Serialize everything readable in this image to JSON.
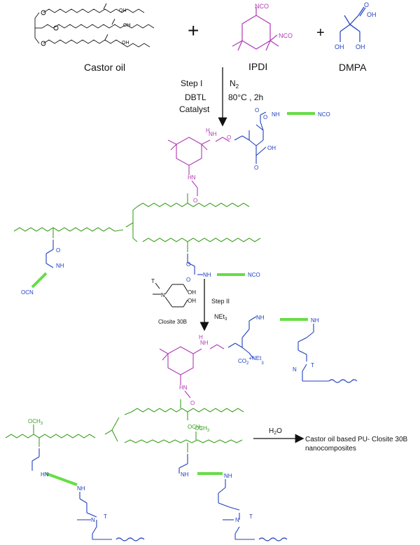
{
  "reactants": {
    "castor_oil": {
      "name": "Castor oil",
      "oh": "OH",
      "o": "O"
    },
    "ipdi": {
      "name": "IPDI",
      "nco": "NCO"
    },
    "dmpa": {
      "name": "DMPA",
      "oh": "OH",
      "o": "O"
    },
    "plus": "+"
  },
  "step1": {
    "label": "Step I",
    "catalyst_line1": "DBTL",
    "catalyst_line2": "Catalyst",
    "atmosphere": "N",
    "atmosphere_sub": "2",
    "conditions": "80°C , 2h"
  },
  "intermediate": {
    "nh": "NH",
    "hn": "HN",
    "h": "H",
    "o": "O",
    "oh": "OH",
    "nco": "NCO",
    "ocn": "OCN"
  },
  "step2": {
    "label": "Step II",
    "reagent": "NEt",
    "reagent_sub": "3",
    "clay_name": "Closite 30B",
    "clay_t": "T",
    "clay_n": "N",
    "clay_oh": "OH"
  },
  "product": {
    "och3": "OCH",
    "och3_sub": "3",
    "co2": "CO",
    "co2_sub": "2",
    "plus_net3": "+NEt",
    "net3_sub": "3",
    "n": "N",
    "t": "T",
    "nh": "NH",
    "hn": "HN",
    "o": "O",
    "h": "H"
  },
  "final_step": {
    "reagent": "H",
    "reagent_sub": "2",
    "reagent_tail": "O",
    "result_line1": "Castor oil based PU- Closite 30B",
    "result_line2": "nanocomposites"
  },
  "colors": {
    "blue": "#1f3fbf",
    "magenta": "#b03ab5",
    "green": "#3ca01f",
    "bright_green": "#66dd44",
    "black": "#111111"
  }
}
